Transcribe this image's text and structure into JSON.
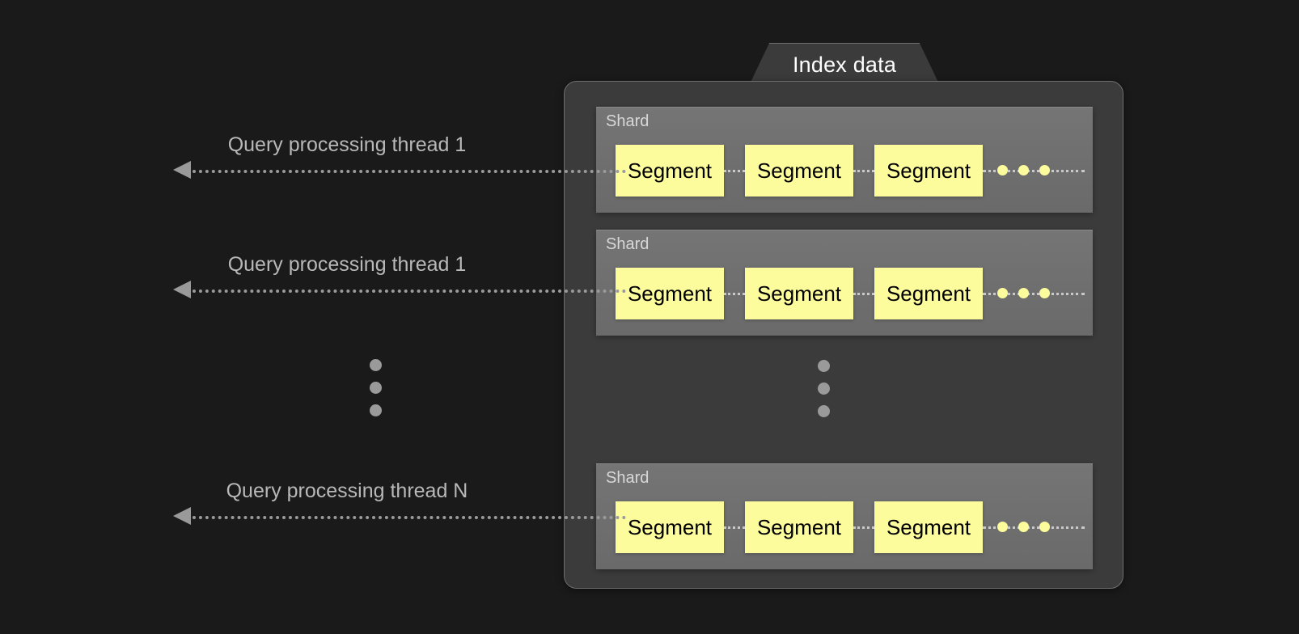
{
  "diagram": {
    "title": "Index data",
    "background_color": "#1a1a1a",
    "panel_color": "#3b3b3b",
    "shard_color": "#6e6e6e",
    "segment_color": "#fcfc9d",
    "accent_text_color": "#b8b8b8"
  },
  "index_panel": {
    "tab_label": "Index data",
    "shards": [
      {
        "label": "Shard",
        "segments": [
          "Segment",
          "Segment",
          "Segment"
        ],
        "ellipsis_dots": 3
      },
      {
        "label": "Shard",
        "segments": [
          "Segment",
          "Segment",
          "Segment"
        ],
        "ellipsis_dots": 3
      },
      {
        "label": "Shard",
        "segments": [
          "Segment",
          "Segment",
          "Segment"
        ],
        "ellipsis_dots": 3
      }
    ],
    "vertical_ellipsis_dots": 3
  },
  "threads": [
    {
      "label": "Query processing thread 1"
    },
    {
      "label": "Query processing thread 1"
    },
    {
      "label": "Query processing thread N"
    }
  ],
  "thread_vertical_ellipsis_dots": 3
}
